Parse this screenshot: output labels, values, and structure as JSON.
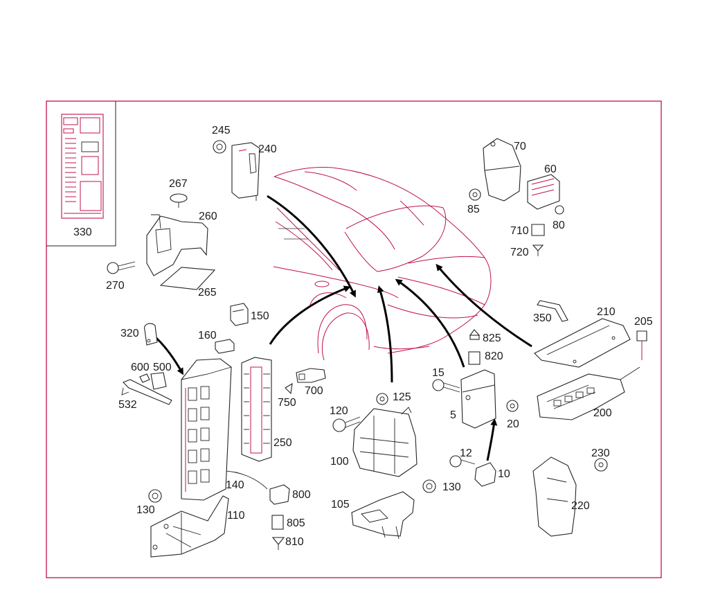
{
  "diagram": {
    "accent_color": "#c0104a",
    "labels": {
      "p5": "5",
      "p10": "10",
      "p12": "12",
      "p15": "15",
      "p20": "20",
      "p60": "60",
      "p70": "70",
      "p80": "80",
      "p85": "85",
      "p100": "100",
      "p105": "105",
      "p110": "110",
      "p120": "120",
      "p125": "125",
      "p130a": "130",
      "p130b": "130",
      "p140": "140",
      "p150": "150",
      "p160": "160",
      "p200": "200",
      "p205": "205",
      "p210": "210",
      "p220": "220",
      "p230": "230",
      "p240": "240",
      "p245": "245",
      "p250": "250",
      "p260": "260",
      "p265": "265",
      "p267": "267",
      "p270": "270",
      "p320": "320",
      "p330": "330",
      "p350": "350",
      "p500": "500",
      "p532": "532",
      "p600": "600",
      "p700": "700",
      "p710": "710",
      "p720": "720",
      "p750": "750",
      "p800": "800",
      "p805": "805",
      "p810": "810",
      "p820": "820",
      "p825": "825"
    }
  }
}
